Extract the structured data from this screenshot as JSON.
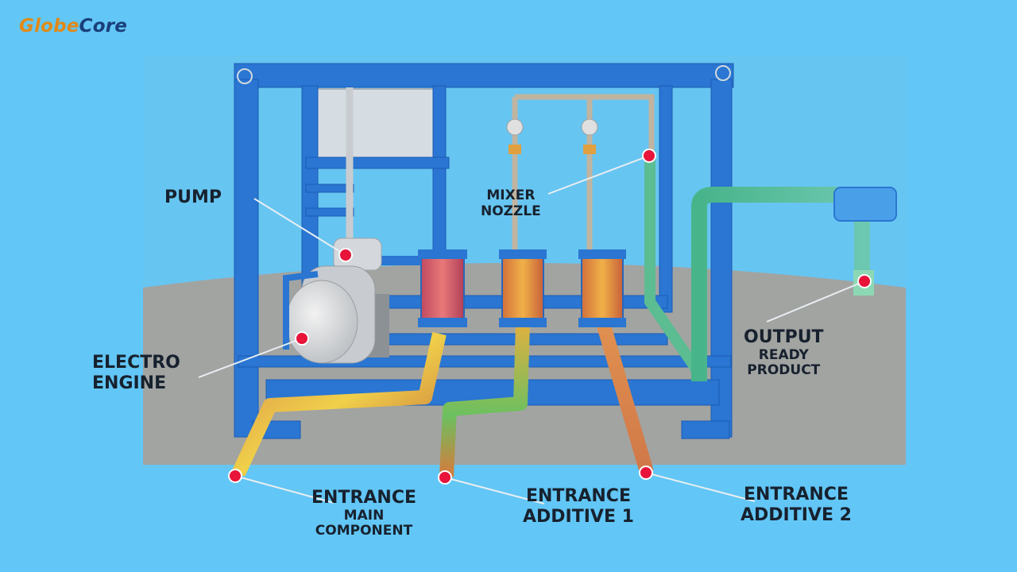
{
  "brand": {
    "part1": "Globe",
    "part2": "Core"
  },
  "labels": {
    "pump": "PUMP",
    "mixer_nozzle": [
      "MIXER",
      "NOZZLE"
    ],
    "electro_engine": [
      "ELECTRO",
      "ENGINE"
    ],
    "output": "OUTPUT",
    "ready_product": [
      "READY",
      "PRODUCT"
    ],
    "entrance_main": [
      "ENTRANCE",
      "MAIN",
      "COMPONENT"
    ],
    "entrance_additive_1": [
      "ENTRANCE",
      "ADDITIVE 1"
    ],
    "entrance_additive_2": [
      "ENTRANCE",
      "ADDITIVE 2"
    ]
  },
  "colors": {
    "background": "#62c6f6",
    "frame": "#2a76d2",
    "floor": "#a2a4a2",
    "marker": "#e8143a",
    "text": "#17212e"
  }
}
